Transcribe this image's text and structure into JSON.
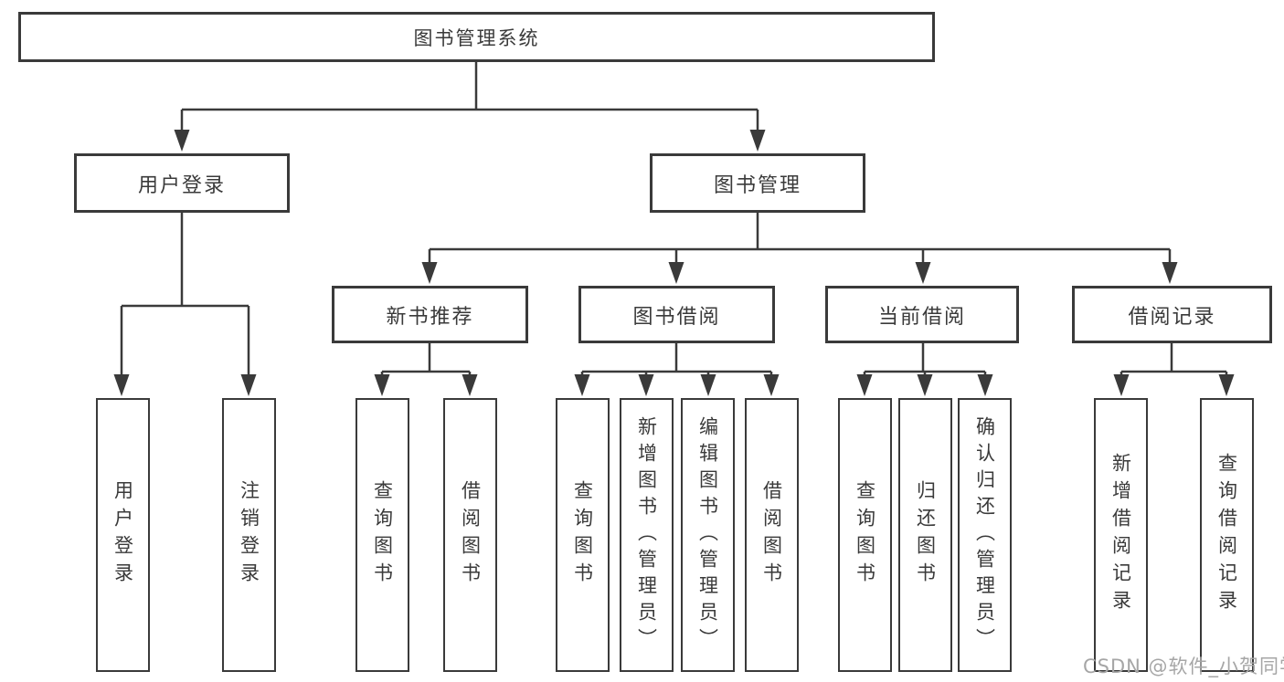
{
  "diagram": {
    "root": {
      "label": "图书管理系统"
    },
    "level2": [
      {
        "label": "用户登录"
      },
      {
        "label": "图书管理"
      }
    ],
    "level3": [
      {
        "label": "新书推荐"
      },
      {
        "label": "图书借阅"
      },
      {
        "label": "当前借阅"
      },
      {
        "label": "借阅记录"
      }
    ],
    "leaves": {
      "login": [
        "用户登录",
        "注销登录"
      ],
      "newbook": [
        "查询图书",
        "借阅图书"
      ],
      "borrow": [
        "查询图书",
        "新增图书（管理员）",
        "编辑图书（管理员）",
        "借阅图书"
      ],
      "current": [
        "查询图书",
        "归还图书",
        "确认归还（管理员）"
      ],
      "records": [
        "新增借阅记录",
        "查询借阅记录"
      ]
    },
    "colors": {
      "line": "#3a3a3a",
      "box_background": "#ffffff",
      "text": "#3a3a3a",
      "watermark": "#a6a6a6"
    },
    "watermark": "CSDN @软件_小贺同学"
  }
}
